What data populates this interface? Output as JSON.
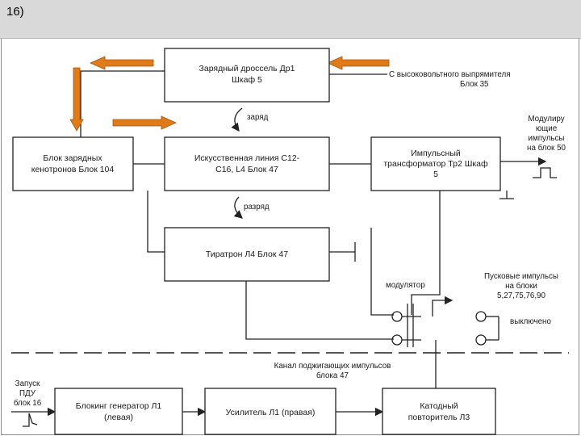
{
  "slide": {
    "number": "16)"
  },
  "blocks": {
    "charging_choke": [
      "Зарядный дроссель Др1",
      "Шкаф 5"
    ],
    "charging_kenotrons": [
      "Блок зарядных",
      "кенотронов Блок 104"
    ],
    "artificial_line": [
      "Искусственная линия С12-",
      "С16, L4 Блок 47"
    ],
    "pulse_transformer": [
      "Импульсный",
      "трансформатор Тр2 Шкаф",
      "5"
    ],
    "thyratron": [
      "Тиратрон Л4 Блок 47"
    ],
    "blocking_generator": [
      "Блокинг генератор Л1",
      "(левая)"
    ],
    "amplifier": [
      "Усилитель Л1 (правая)"
    ],
    "cathode_follower": [
      "Катодный",
      "повторитель Л3"
    ]
  },
  "labels": {
    "from_rectifier": [
      "С высоковольтного выпрямителя",
      "Блок 35"
    ],
    "charge": "заряд",
    "discharge": "разряд",
    "modulating_pulses": [
      "Модулиру",
      "ющие",
      "импульсы",
      "на блок 50"
    ],
    "modulator": "модулятор",
    "trigger_pulses": [
      "Пусковые импульсы",
      "на блоки",
      "5,27,75,76,90"
    ],
    "switched_off": "выключено",
    "ignition_channel": [
      "Канал поджигающих импульсов",
      "блока 47"
    ],
    "pdu_start": [
      "Запуск",
      "ПДУ",
      "блок 16"
    ]
  }
}
